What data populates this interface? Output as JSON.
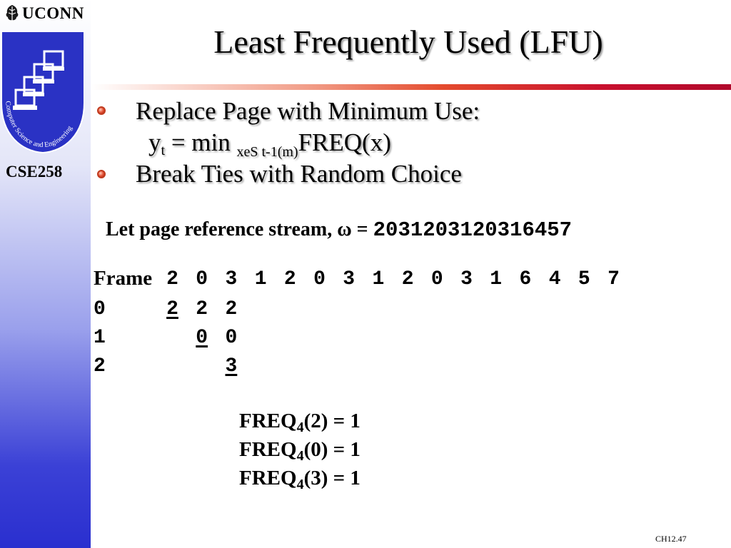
{
  "header": {
    "logo_text": "UCONN",
    "course": "CSE258",
    "badge_text": "Computer Science and Engineering"
  },
  "title": "Least Frequently Used (LFU)",
  "bullets": [
    {
      "text": "Replace Page with Minimum Use:"
    },
    {
      "text": "Break Ties with Random Choice"
    }
  ],
  "formula": {
    "y": "y",
    "y_sub": "t",
    "middle": " = min ",
    "min_sub": "xeS t-1(m)",
    "freq": "FREQ(x)"
  },
  "stream": {
    "label": "Let page reference stream, ",
    "omega": "ω",
    "equals": " = ",
    "sequence": "2031203120316457"
  },
  "table": {
    "header_label": "Frame",
    "references": [
      "2",
      "0",
      "3",
      "1",
      "2",
      "0",
      "3",
      "1",
      "2",
      "0",
      "3",
      "1",
      "6",
      "4",
      "5",
      "7"
    ],
    "rows": [
      {
        "frame": "0",
        "cells": [
          {
            "v": "2",
            "u": true
          },
          {
            "v": "2",
            "u": false
          },
          {
            "v": "2",
            "u": false
          }
        ],
        "start": 0
      },
      {
        "frame": "1",
        "cells": [
          {
            "v": "0",
            "u": true
          },
          {
            "v": "0",
            "u": false
          }
        ],
        "start": 1
      },
      {
        "frame": "2",
        "cells": [
          {
            "v": "3",
            "u": true
          }
        ],
        "start": 2
      }
    ]
  },
  "freq_lines": [
    {
      "name": "FREQ",
      "sub": "4",
      "arg": "(2) = 1"
    },
    {
      "name": "FREQ",
      "sub": "4",
      "arg": "(0) = 1"
    },
    {
      "name": "FREQ",
      "sub": "4",
      "arg": "(3) = 1"
    }
  ],
  "footer": {
    "slide_number": "CH12.47"
  },
  "colors": {
    "title_rule_end": "#b10a2c",
    "bullet": "#e6563a",
    "sidebar_bottom": "#2a2fcf"
  }
}
